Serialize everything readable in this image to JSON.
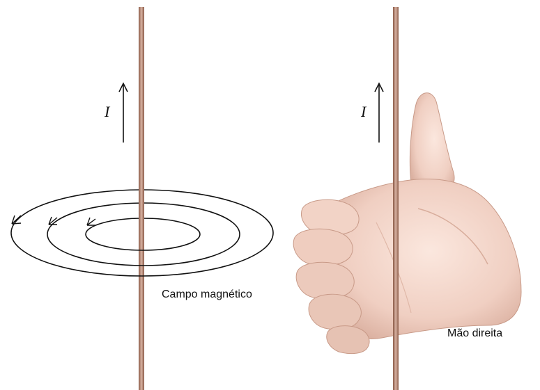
{
  "current_symbol_left": "I",
  "current_symbol_right": "I",
  "field_label": "Campo magnético",
  "hand_label": "Mão direita",
  "icons": {
    "hand": "thumbs-up-hand-icon",
    "current_arrow": "arrow-up-icon",
    "field_arrow": "arrow-left-icon"
  },
  "colors": {
    "wire_core": "#c49a86",
    "wire_edge": "#8a5a47",
    "skin": "#f0cfc2",
    "skin_shadow": "#d4a797",
    "line": "#111111"
  }
}
